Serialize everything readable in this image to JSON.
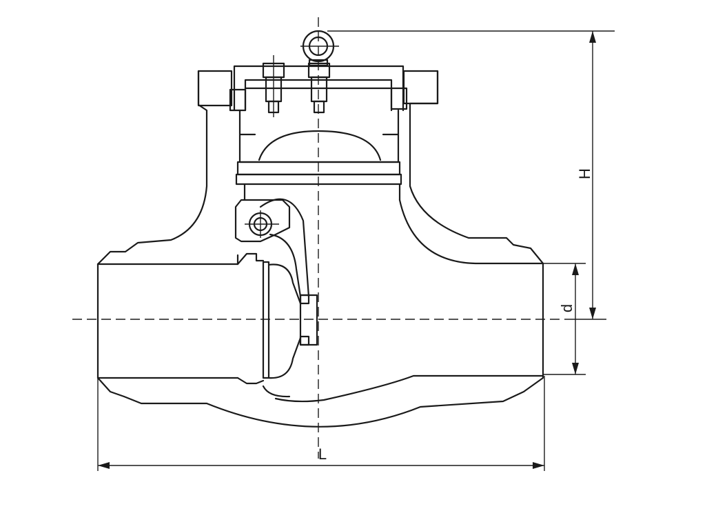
{
  "labels": {
    "height": "H",
    "bore": "d",
    "length": "L"
  },
  "colors": {
    "line": "#1a1a1a",
    "background": "#ffffff"
  }
}
